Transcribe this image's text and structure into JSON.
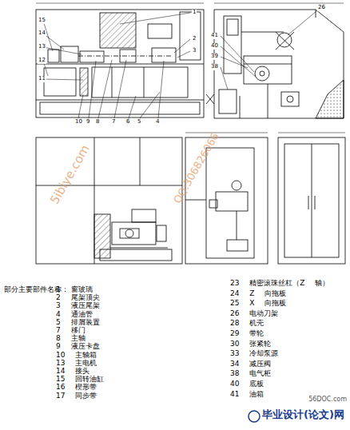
{
  "diagram": {
    "labels": [
      "部分主要部件名称：",
      "1 窗玻璃",
      "2 尾架顶尖",
      "3 液压尾架",
      "4 通油管",
      "5 排屑装置",
      "7 移门",
      "8 主轴",
      "9 液压卡盘",
      "10 主轴箱",
      "13 主电机",
      "14 接头",
      "15 回转油缸",
      "16 楔形带",
      "17 同步带",
      "23 精密滚珠丝杠（Z 轴）",
      "24 Z 向拖板",
      "25 X 向拖板",
      "26 电动刀架",
      "28 机壳",
      "29 带轮",
      "30 张紧轮",
      "33 冷却泵源",
      "34 减压阀",
      "38 电气柜",
      "40 底板",
      "41 油箱",
      "15",
      "14",
      "13",
      "12",
      "11",
      "10",
      "9",
      "8",
      "7",
      "6",
      "5",
      "4",
      "1",
      "2",
      "3",
      "41",
      "40",
      "39",
      "38",
      "26",
      "5ibiye.com",
      "QQ:306826066",
      "56DOC.com",
      "毕业设计(论文)网"
    ]
  }
}
